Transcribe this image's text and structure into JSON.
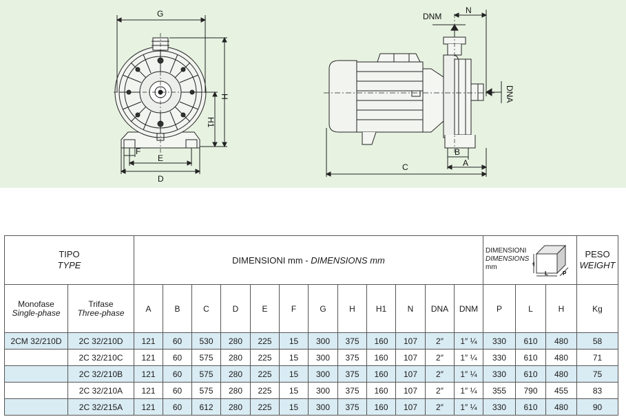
{
  "drawing": {
    "labels": {
      "G": "G",
      "H": "H",
      "H1": "H1",
      "F": "F",
      "E": "E",
      "D": "D",
      "DNM": "DNM",
      "N": "N",
      "DNA": "DNA",
      "B": "B",
      "A": "A",
      "C": "C"
    },
    "colors": {
      "background": "#e7f2e1",
      "line": "#222222"
    }
  },
  "table": {
    "tipo": "TIPO",
    "type": "TYPE",
    "dimensioni": "DIMENSIONI mm - ",
    "dimensions": "DIMENSIONS mm",
    "box_dimensioni": "DIMENSIONI",
    "box_dimensions": "DIMENSIONS",
    "box_mm": "mm",
    "box_h": "H",
    "box_l": "L",
    "box_p": "P",
    "peso": "PESO",
    "weight": "WEIGHT",
    "monofase": "Monofase",
    "single_phase": "Single-phase",
    "trifase": "Trifase",
    "three_phase": "Three-phase",
    "columns": [
      "A",
      "B",
      "C",
      "D",
      "E",
      "F",
      "G",
      "H",
      "H1",
      "N",
      "DNA",
      "DNM",
      "P",
      "L",
      "H",
      "Kg"
    ],
    "rows": [
      {
        "mono": "2CM 32/210D",
        "tri": "2C 32/210D",
        "vals": [
          "121",
          "60",
          "530",
          "280",
          "225",
          "15",
          "300",
          "375",
          "160",
          "107",
          "2″",
          "1″ ¼",
          "330",
          "610",
          "480",
          "58"
        ]
      },
      {
        "mono": "",
        "tri": "2C 32/210C",
        "vals": [
          "121",
          "60",
          "575",
          "280",
          "225",
          "15",
          "300",
          "375",
          "160",
          "107",
          "2″",
          "1″ ¼",
          "330",
          "610",
          "480",
          "71"
        ]
      },
      {
        "mono": "",
        "tri": "2C 32/210B",
        "vals": [
          "121",
          "60",
          "575",
          "280",
          "225",
          "15",
          "300",
          "375",
          "160",
          "107",
          "2″",
          "1″ ¼",
          "330",
          "610",
          "480",
          "75"
        ]
      },
      {
        "mono": "",
        "tri": "2C 32/210A",
        "vals": [
          "121",
          "60",
          "575",
          "280",
          "225",
          "15",
          "300",
          "375",
          "160",
          "107",
          "2″",
          "1″ ¼",
          "355",
          "790",
          "455",
          "83"
        ]
      },
      {
        "mono": "",
        "tri": "2C 32/215A",
        "vals": [
          "121",
          "60",
          "612",
          "280",
          "225",
          "15",
          "300",
          "375",
          "160",
          "107",
          "2″",
          "1″ ¼",
          "330",
          "610",
          "480",
          "90"
        ]
      }
    ],
    "colors": {
      "highlight": "#d9ebf3",
      "border": "#555555"
    }
  }
}
